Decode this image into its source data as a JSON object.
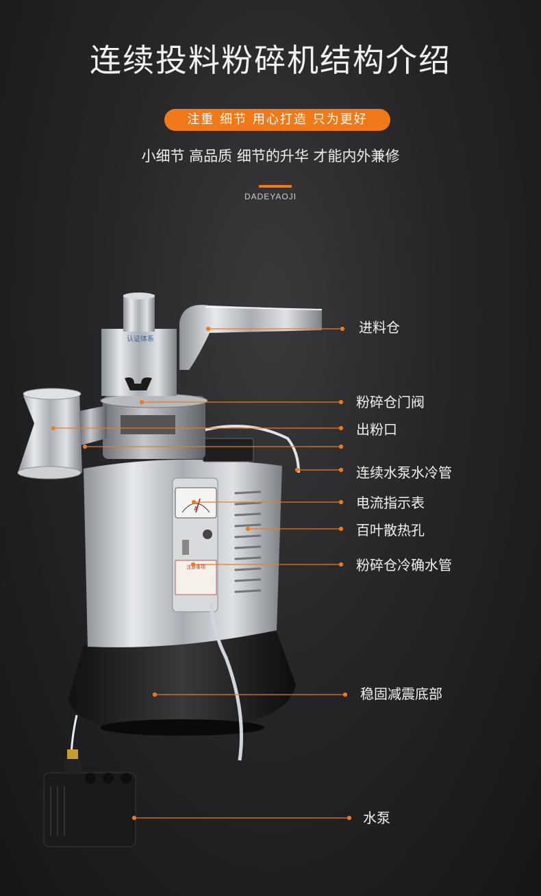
{
  "header": {
    "title": "连续投料粉碎机结构介绍",
    "tagline": "注重 细节 用心打造 只为更好",
    "subtitle": "小细节 高品质 细节的升华 才能内外兼修",
    "brand": "DADEYAOJI"
  },
  "machine": {
    "meter_label": "A",
    "label_plate_text": "注意事项",
    "collar_text": "认证体系"
  },
  "callouts": [
    {
      "label": "进料仓"
    },
    {
      "label": "粉碎仓门阀"
    },
    {
      "label": "出粉口"
    },
    {
      "label": "连续水泵水冷管"
    },
    {
      "label": "电流指示表"
    },
    {
      "label": "百叶散热孔"
    },
    {
      "label": "粉碎仓冷确水管"
    },
    {
      "label": "稳固减震底部"
    },
    {
      "label": "水泵"
    }
  ],
  "colors": {
    "accent": "#f07a1a",
    "background": "#262628",
    "steel": "#c8ccd0",
    "base": "#1c1c1e"
  }
}
